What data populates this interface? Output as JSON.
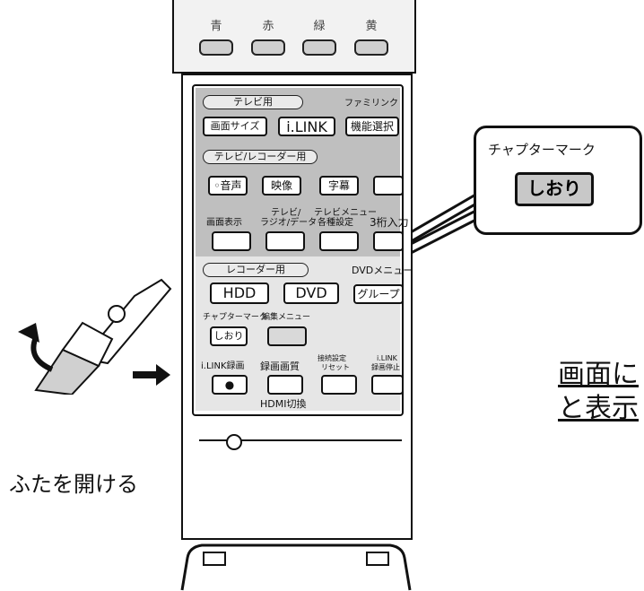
{
  "color_buttons": [
    {
      "label": "青"
    },
    {
      "label": "赤"
    },
    {
      "label": "緑"
    },
    {
      "label": "黄"
    }
  ],
  "sections": {
    "tv": "テレビ用",
    "famlink": "ファミリンク",
    "tv_recorder": "テレビ/レコーダー用",
    "recorder": "レコーダー用"
  },
  "buttons": {
    "gamen_size": "画面サイズ",
    "ilink": "i.LINK",
    "kinou_sentaku": "機能選択",
    "onsei": "◦音声",
    "eizou": "映像",
    "jimaku": "字幕",
    "hdd": "HDD",
    "dvd": "DVD",
    "group": "グループ",
    "shiori": "しおり",
    "rec": "●"
  },
  "labels": {
    "gamen_hyouji": "画面表示",
    "tv_radio_data_1": "テレビ/",
    "tv_radio_data_2": "ラジオ/データ",
    "tv_menu_1": "テレビメニュー",
    "tv_menu_2": "各種設定",
    "keta_input": "3桁入力",
    "dvd_menu": "DVDメニュー",
    "chapter_mark": "チャプターマーク",
    "hensyuu_menu": "編集メニュー",
    "ilink_rokuga": "i.LINK録画",
    "rokuga_gashitsu": "録画画質",
    "setsuzoku_1": "接続設定",
    "setsuzoku_2": "リセット",
    "ilink_stop_1": "i.LINK",
    "ilink_stop_2": "録画停止",
    "hdmi": "HDMI切換"
  },
  "callout": {
    "title": "チャプターマーク",
    "button": "しおり"
  },
  "side_caption": "ふたを開ける",
  "right_text": {
    "line1": "画面に",
    "line2": "と表示"
  },
  "colors": {
    "panel_gray": "#bfbfbf",
    "line": "#111111"
  }
}
